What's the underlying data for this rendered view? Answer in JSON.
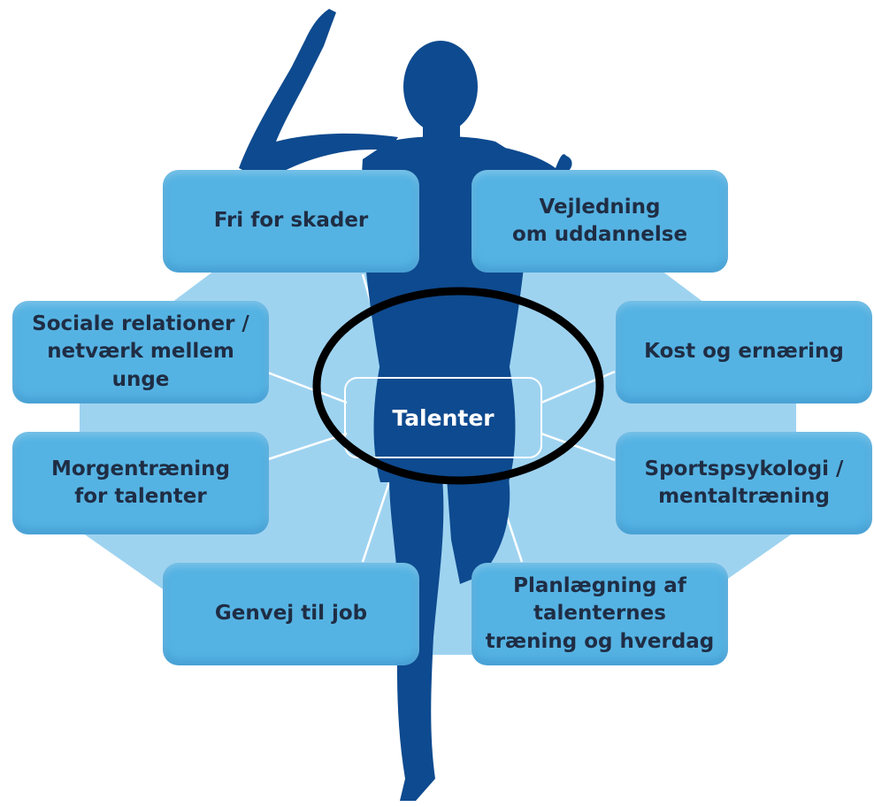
{
  "center": {
    "label": "Talenter"
  },
  "boxes": {
    "fri_for_skader": "Fri for skader",
    "vejledning": "Vejledning\nom uddannelse",
    "sociale_relationer": "Sociale relationer /\nnetværk mellem unge",
    "kost": "Kost og ernæring",
    "morgentraening": "Morgentræning\nfor talenter",
    "sportspsykologi": "Sportspsykologi /\nmentaltræning",
    "genvej": "Genvej til job",
    "planlaegning": "Planlægning af\ntalenternes\ntræning og hverdag"
  },
  "colors": {
    "figure": "#0e4a8f",
    "box": "#55b3e3",
    "octagon_background": "#9ed3f0",
    "text": "#1f2d44",
    "highlight_ellipse": "#000000"
  }
}
